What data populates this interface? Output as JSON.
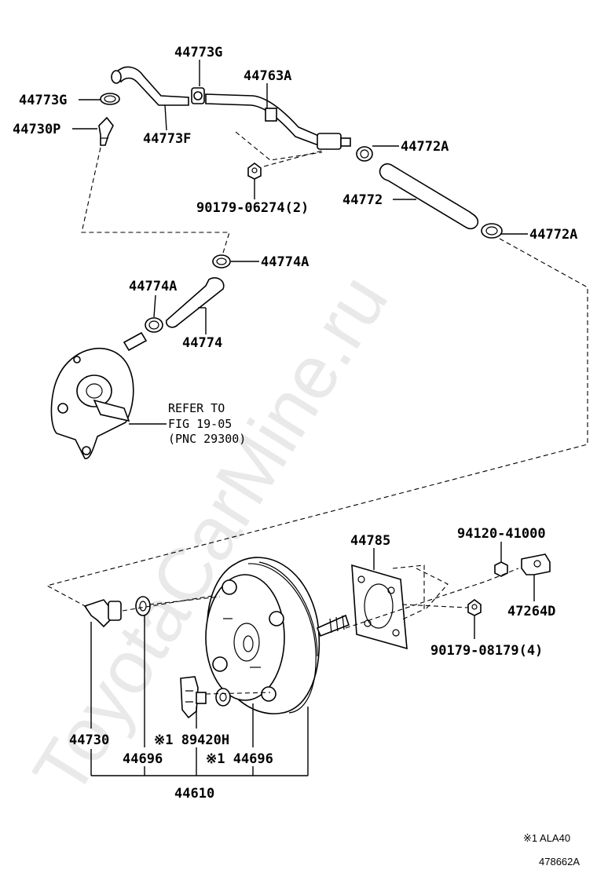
{
  "labels": {
    "p44773G_top": "44773G",
    "p44763A": "44763A",
    "p44773G_left": "44773G",
    "p44730P": "44730P",
    "p44773F": "44773F",
    "p44772A_top": "44772A",
    "p90179_06274": "90179-06274(2)",
    "p44772": "44772",
    "p44772A_right": "44772A",
    "p44774A_top": "44774A",
    "p44774A_left": "44774A",
    "p44774": "44774",
    "refer_line1": "REFER TO",
    "refer_line2": "FIG 19-05",
    "refer_line3": "(PNC 29300)",
    "p44785": "44785",
    "p94120_41000": "94120-41000",
    "p47264D": "47264D",
    "p90179_08179": "90179-08179(4)",
    "p44730": "44730",
    "p89420H": "※1 89420H",
    "p44696_a": "44696",
    "p44696_b": "※1 44696",
    "p44610": "44610"
  },
  "footer": {
    "note": "※1 ALA40",
    "diagram_code": "478662A"
  },
  "watermark": "ToyotaCarMine.ru"
}
